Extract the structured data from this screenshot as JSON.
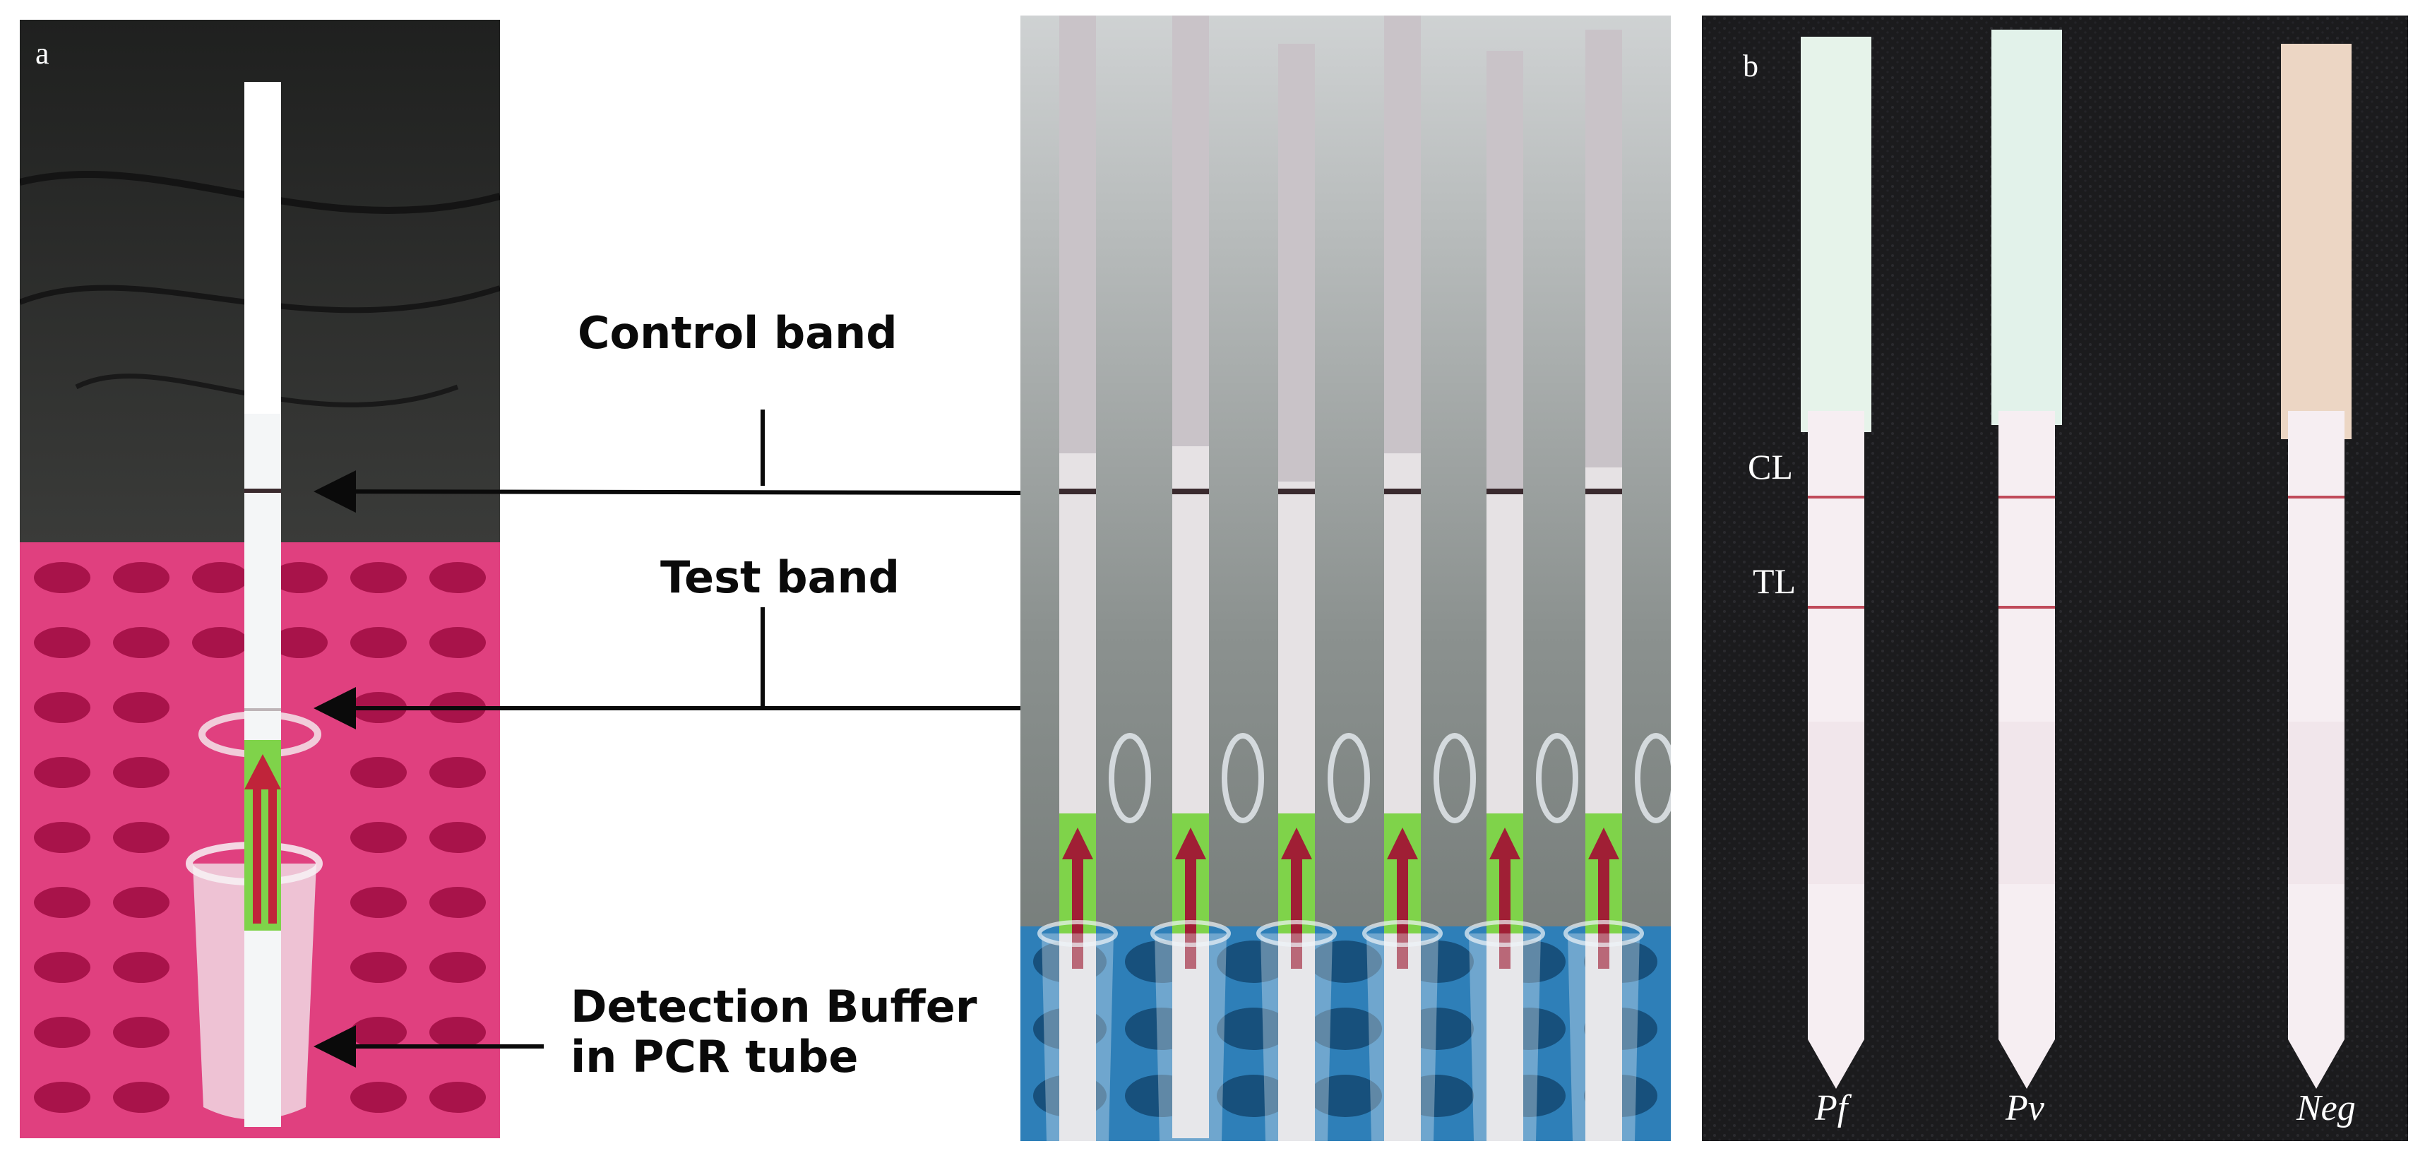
{
  "panels": {
    "a_label": "a",
    "b_label": "b"
  },
  "annotations": {
    "control_band": "Control band",
    "test_band": "Test band",
    "detection_buffer_line1": "Detection Buffer",
    "detection_buffer_line2": "in PCR tube"
  },
  "panel_b": {
    "control_line": "CL",
    "test_line": "TL",
    "strips": [
      "Pf",
      "Pv",
      "Neg"
    ]
  },
  "colors": {
    "rack_pink": "#e0407f",
    "rack_blue": "#2e7fb8",
    "band_dark": "#3a2a2e",
    "band_pink": "#c04a5a",
    "strip_green": "#7fd34a"
  }
}
